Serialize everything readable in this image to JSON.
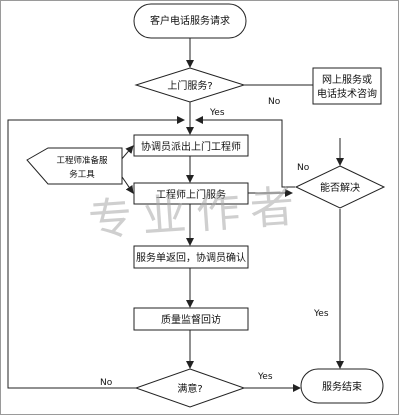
{
  "nodes": {
    "start": "客户电话服务请求",
    "onsite_q": "上门服务?",
    "online_l1": "网上服务或",
    "online_l2": "电话技术咨询",
    "dispatch": "协调员派出上门工程师",
    "tools_l1": "工程师准备服",
    "tools_l2": "务工具",
    "engineer": "工程师上门服务",
    "solved_q": "能否解决",
    "return": "服务单返回，协调员确认",
    "quality": "质量监督回访",
    "satisfied_q": "满意?",
    "end": "服务结束"
  },
  "edges": {
    "onsite_yes": "Yes",
    "onsite_no": "No",
    "solved_no": "No",
    "solved_yes": "Yes",
    "satisfied_no": "No",
    "satisfied_yes": "Yes"
  },
  "watermark": "专业作者"
}
